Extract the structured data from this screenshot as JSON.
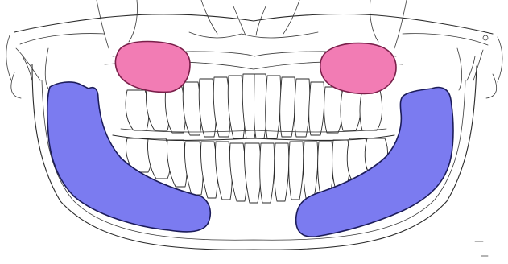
{
  "diagram": {
    "colors": {
      "background": "#ffffff",
      "line": "#2a2a2a",
      "maxillary_region_fill": "#f27cb4",
      "maxillary_region_stroke": "#7a1f4a",
      "mandibular_region_fill": "#7b7bf0",
      "mandibular_region_stroke": "#1c1c5a"
    },
    "regions": [
      {
        "id": "maxillary-left",
        "shape": "rounded-oval",
        "color": "maxillary_region_fill"
      },
      {
        "id": "maxillary-right",
        "shape": "rounded-oval",
        "color": "maxillary_region_fill"
      },
      {
        "id": "mandibular-left",
        "shape": "ramus-and-body",
        "color": "mandibular_region_fill"
      },
      {
        "id": "mandibular-right",
        "shape": "ramus-and-body",
        "color": "mandibular_region_fill"
      }
    ]
  }
}
